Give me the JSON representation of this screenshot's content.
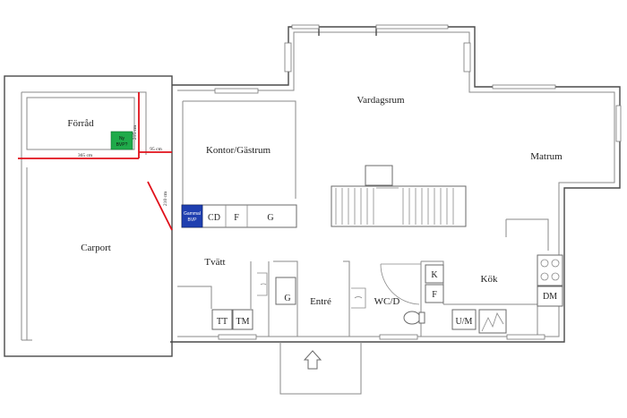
{
  "rooms": {
    "forrad": "Förråd",
    "kontor": "Kontor/Gästrum",
    "vardagsrum": "Vardagsrum",
    "matrum": "Matrum",
    "carport": "Carport",
    "tvatt": "Tvätt",
    "entre": "Entré",
    "wc": "WC/D",
    "kok": "Kök"
  },
  "fixtures": {
    "cd": "CD",
    "f1": "F",
    "g1": "G",
    "g2": "G",
    "tt": "TT",
    "tm": "TM",
    "k": "K",
    "f2": "F",
    "um": "U/M",
    "dm": "DM"
  },
  "boxes": {
    "green_line1": "Ny",
    "green_line2": "BVP?",
    "blue_line1": "Gammal",
    "blue_line2": "BVP",
    "green_color": "#1faa4a",
    "blue_color": "#1f3fb0"
  },
  "dimensions": {
    "d365": "365 cm",
    "d95": "95 cm",
    "d215": "215 cm",
    "d210": "210 cm"
  },
  "colors": {
    "measure_line": "#e0101a"
  }
}
